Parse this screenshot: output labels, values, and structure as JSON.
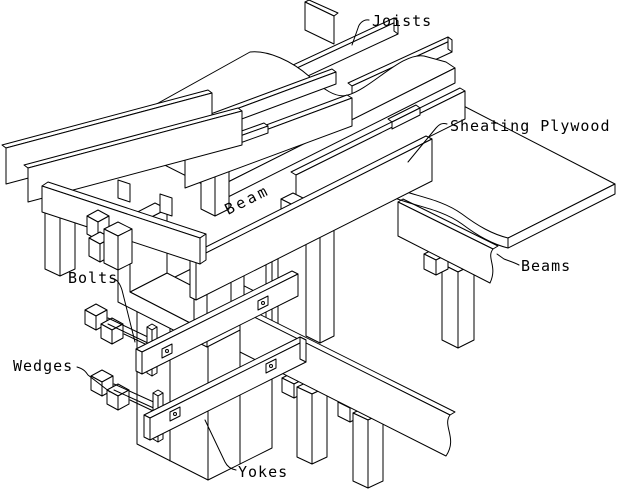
{
  "diagram": {
    "background_color": "#ffffff",
    "line_color": "#000000",
    "labels": {
      "joists": "Joists",
      "sheating_plywood": "Sheating Plywood",
      "beam": "Beam",
      "beams": "Beams",
      "bolts": "Bolts",
      "wedges": "Wedges",
      "yokes": "Yokes"
    }
  }
}
